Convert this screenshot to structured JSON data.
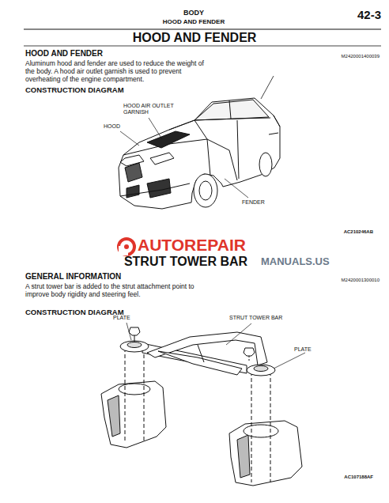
{
  "diagram": {
    "title": "HOOD AND FENDER",
    "labels": [
      "BODY",
      "HOOD AND FENDER",
      "42-3",
      "HOOD AND FENDER",
      "M2420001400039",
      "Aluminum hood and fender are used to reduce the weight of the body. A hood air outlet garnish is used to prevent overheating of the engine compartment.",
      "CONSTRUCTION DIAGRAM",
      "HOOD AIR OUTLET GARNISH",
      "HOOD",
      "FENDER",
      "AC210246AB",
      "AUTOREPAIR",
      "MANUALS.US",
      "STRUT TOWER BAR",
      "GENERAL INFORMATION",
      "M2420001300010",
      "A strut tower bar is added to the strut attachment point to improve body rigidity and steering feel.",
      "CONSTRUCTION DIAGRAM",
      "PLATE",
      "STRUT TOWER BAR",
      "PLATE",
      "AC107188AF"
    ]
  }
}
